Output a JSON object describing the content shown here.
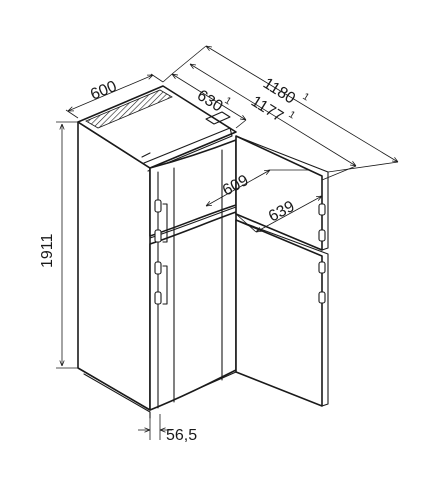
{
  "dimensions": {
    "width": "600",
    "depth": "630",
    "depth_note": "1",
    "total_depth_open": "1180",
    "total_depth_open_note": "1",
    "total_depth_open_2": "1177",
    "total_depth_open_2_note": "1",
    "door_open_depth": "609",
    "door_open_depth_2": "639",
    "height": "1911",
    "hinge_offset": "56,5"
  }
}
